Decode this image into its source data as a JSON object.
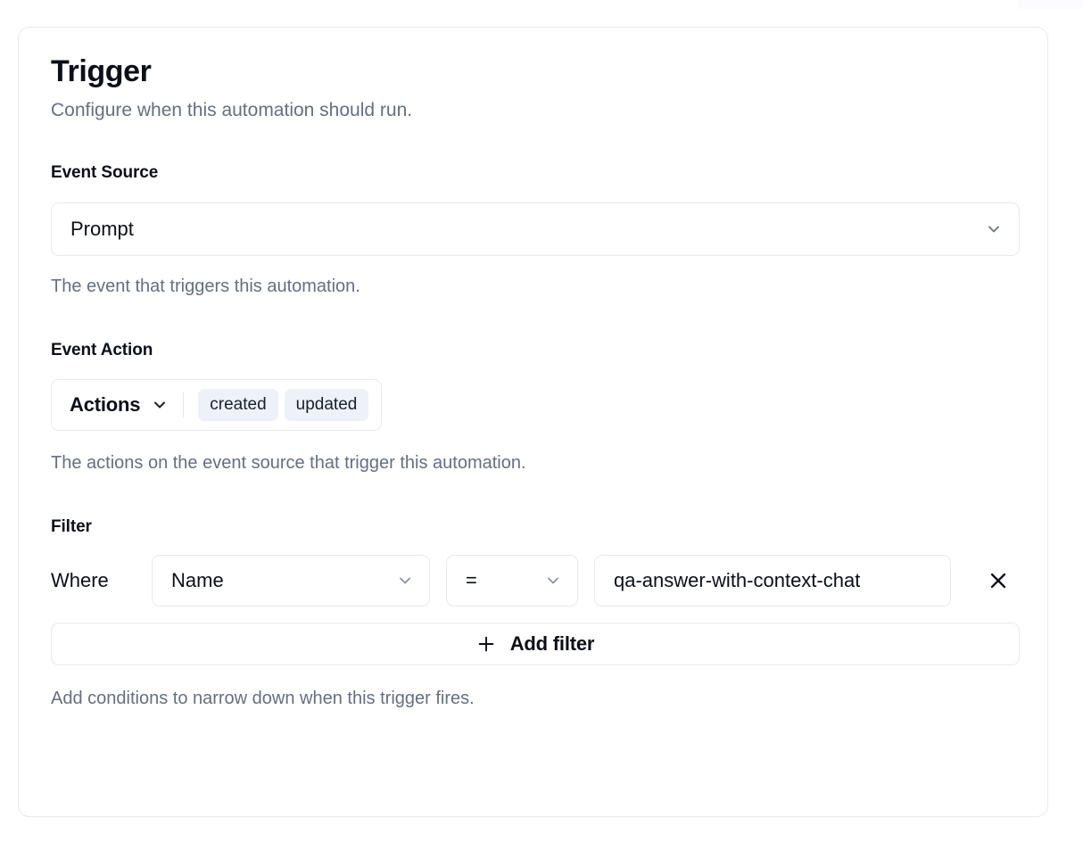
{
  "card": {
    "title": "Trigger",
    "subtitle": "Configure when this automation should run."
  },
  "event_source": {
    "label": "Event Source",
    "selected_value": "Prompt",
    "helper_text": "The event that triggers this automation.",
    "chevron_icon": "chevron-down-icon"
  },
  "event_action": {
    "label": "Event Action",
    "trigger_label": "Actions",
    "chevron_icon": "chevron-down-icon",
    "selected_actions": [
      "created",
      "updated"
    ],
    "helper_text": "The actions on the event source that trigger this automation."
  },
  "filter": {
    "label": "Filter",
    "where_label": "Where",
    "rows": [
      {
        "field": "Name",
        "operator": "=",
        "value": "qa-answer-with-context-chat",
        "remove_icon": "close-icon"
      }
    ],
    "add_filter_label": "Add filter",
    "add_filter_icon": "plus-icon",
    "helper_text": "Add conditions to narrow down when this trigger fires."
  },
  "colors": {
    "text_primary": "#0b0f19",
    "text_muted": "#646f83",
    "border": "#e7e9f0",
    "pill_background": "#eef1f7",
    "surface": "#ffffff"
  }
}
